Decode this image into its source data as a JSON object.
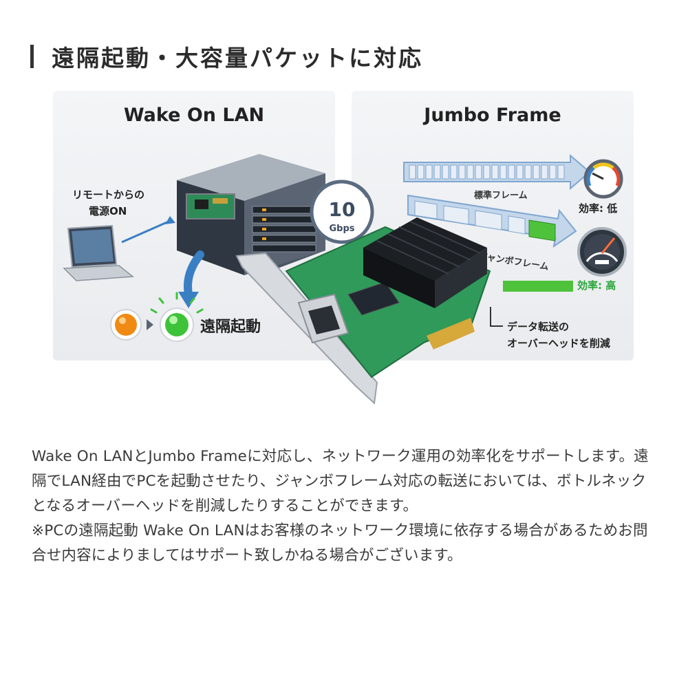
{
  "heading": "遠隔起動・大容量パケットに対応",
  "wol": {
    "title": "Wake On LAN",
    "remote_line1": "リモートからの",
    "remote_line2": "電源ON",
    "wake_label": "遠隔起動"
  },
  "jumbo": {
    "title": "Jumbo Frame",
    "standard_label": "標準フレーム",
    "jumbo_label": "ジャンボフレーム",
    "efficiency_low": "効率: 低",
    "efficiency_high": "効率: 高",
    "overhead_line1": "データ転送の",
    "overhead_line2": "オーバーヘッドを削減"
  },
  "speed": {
    "value": "10",
    "unit": "Gbps"
  },
  "description": [
    "Wake On LANとJumbo Frameに対応し、ネットワーク運用の効率化をサポートします。遠隔でLAN経由でPCを起動させたり、ジャンボフレーム対応の転送においては、ボトルネックとなるオーバーヘッドを削減したりすることができます。",
    "※PCの遠隔起動 Wake On LANはお客様のネットワーク環境に依存する場合があるためお問合せ内容によりましてはサポート致しかねる場合がございます。"
  ],
  "colors": {
    "accent_blue": "#3a7fc4",
    "led_green": "#3ec23a",
    "led_orange": "#f08a12",
    "pcb_green": "#2f9a5a",
    "efficiency_high": "#2aa43a"
  }
}
